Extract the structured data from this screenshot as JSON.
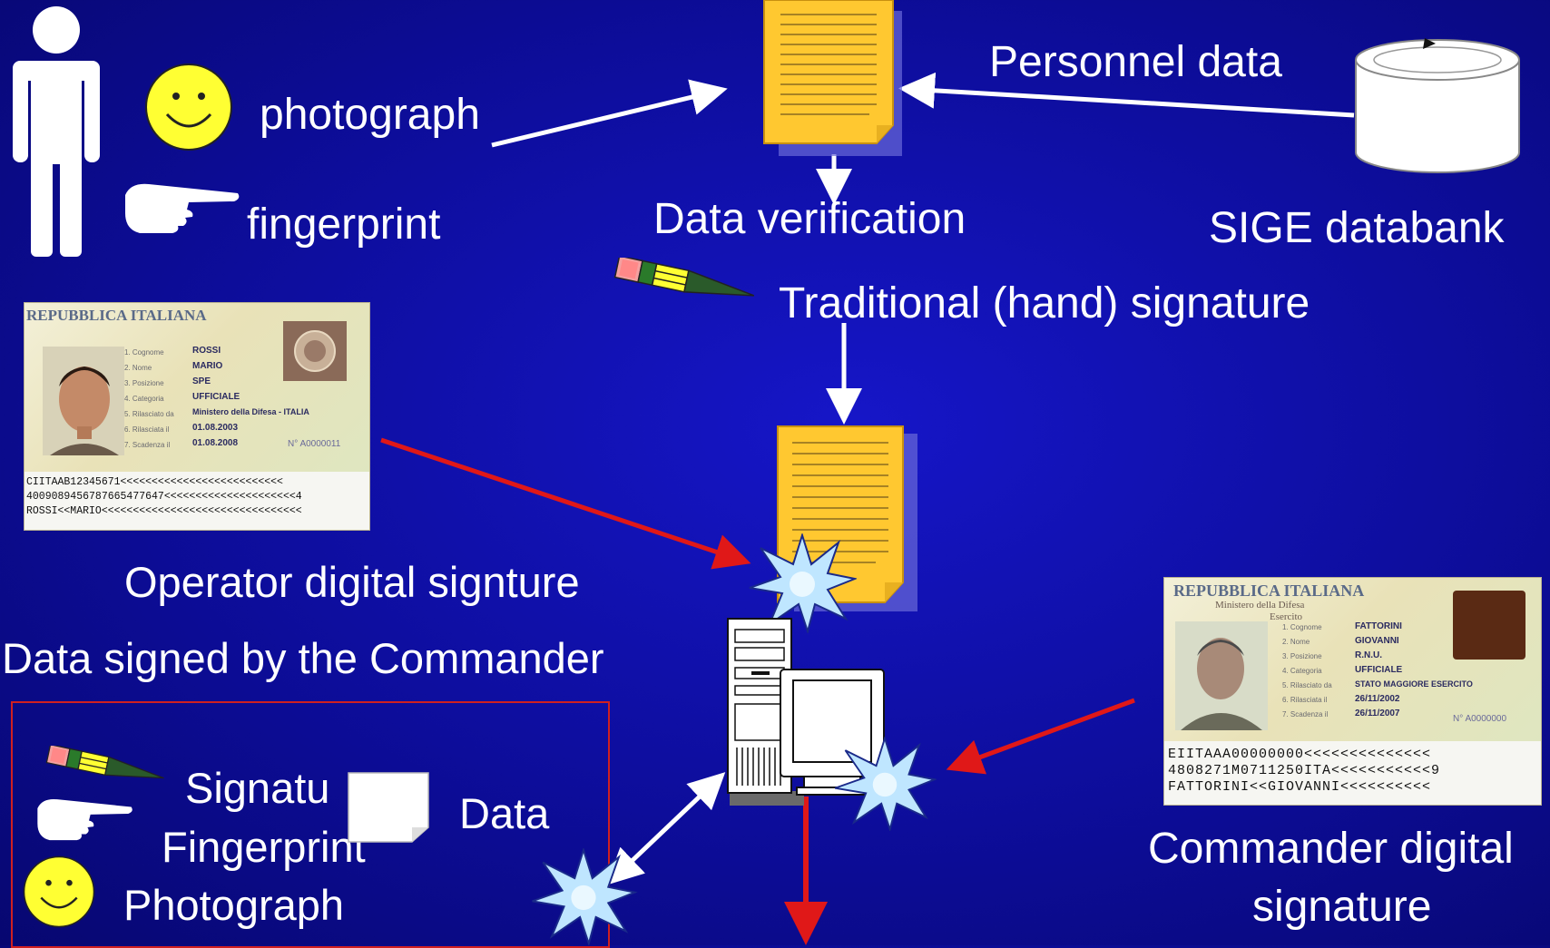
{
  "labels": {
    "photograph": "photograph",
    "fingerprint": "fingerprint",
    "personnel_data": "Personnel data",
    "data_verification": "Data verification",
    "sige_databank": "SIGE databank",
    "hand_signature": "Traditional (hand) signature",
    "operator_signature": "Operator digital signture",
    "signed_by_commander": "Data signed by the Commander",
    "commander_signature_line1": "Commander digital",
    "commander_signature_line2": "signature"
  },
  "legend_box": {
    "signature": "Signatu",
    "fingerprint": "Fingerprint",
    "photograph": "Photograph",
    "data": "Data"
  },
  "operator_card": {
    "header": "REPUBBLICA ITALIANA",
    "fields": [
      "ROSSI",
      "MARIO",
      "SPE",
      "UFFICIALE",
      "Ministero della Difesa - ITALIA",
      "01.08.2003",
      "01.08.2008"
    ],
    "number": "N° A0000011",
    "mrz": [
      "CIITAAB12345671<<<<<<<<<<<<<<<<<<<<<<<<<<",
      "4009089456787665477647<<<<<<<<<<<<<<<<<<<<<4",
      "ROSSI<<MARIO<<<<<<<<<<<<<<<<<<<<<<<<<<<<<<<<"
    ]
  },
  "commander_card": {
    "header": "REPUBBLICA ITALIANA",
    "subheader1": "Ministero della Difesa",
    "subheader2": "Esercito",
    "fields": [
      "FATTORINI",
      "GIOVANNI",
      "R.N.U.",
      "UFFICIALE",
      "STATO MAGGIORE ESERCITO",
      "26/11/2002",
      "26/11/2007"
    ],
    "number": "N° A0000000",
    "mrz": [
      "EIITAAA00000000<<<<<<<<<<<<<<",
      "4808271M0711250ITA<<<<<<<<<<<9",
      "FATTORINI<<GIOVANNI<<<<<<<<<<"
    ]
  },
  "colors": {
    "background": "#0d0d9a",
    "document_fill": "#ffc830",
    "arrow_red": "#e01818",
    "arrow_white": "#ffffff",
    "smiley": "#ffff33"
  },
  "icons": [
    "person-icon",
    "smiley-icon",
    "pointing-hand-icon",
    "document-icon",
    "database-icon",
    "pencil-icon",
    "computer-icon",
    "starburst-icon"
  ]
}
